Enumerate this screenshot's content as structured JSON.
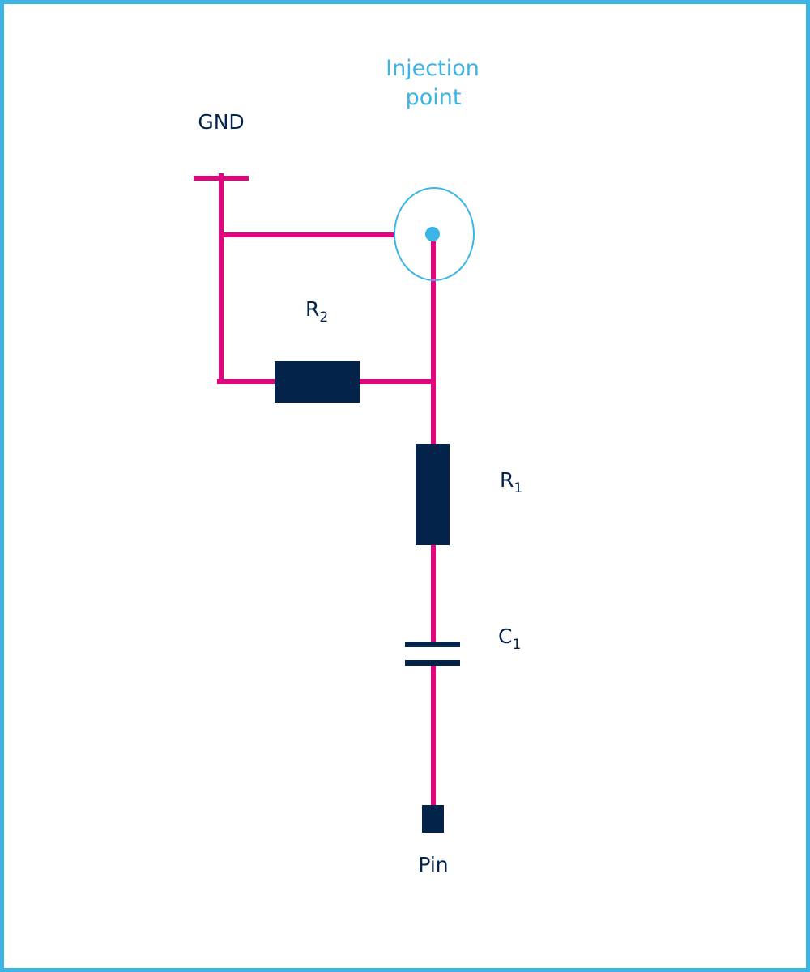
{
  "labels": {
    "injection_line1": "Injection",
    "injection_line2": "point",
    "gnd": "GND",
    "r2_main": "R",
    "r2_sub": "2",
    "r1_main": "R",
    "r1_sub": "1",
    "c1_main": "C",
    "c1_sub": "1",
    "pin": "Pin"
  },
  "colors": {
    "wire": "#e0067f",
    "component": "#03234b",
    "accent": "#3cb4e5",
    "background": "#ffffff"
  }
}
